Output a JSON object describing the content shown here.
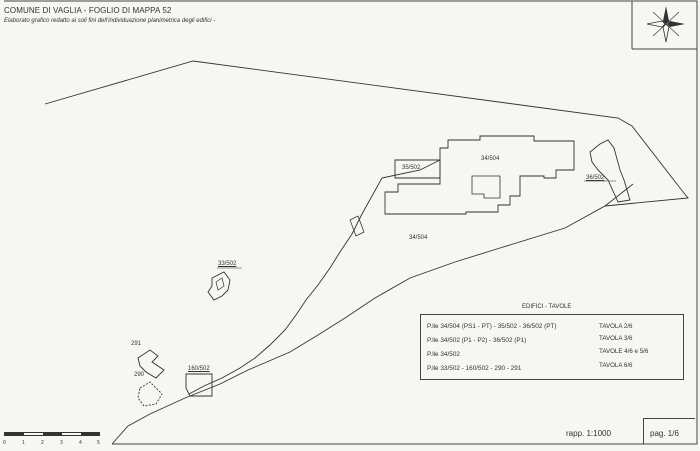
{
  "header": {
    "title": "COMUNE DI VAGLIA - FOGLIO DI MAPPA 52",
    "subtitle": "Elaborato grafico redatto ai soli fini dell'individuazione planimetrica degli edifici -"
  },
  "parcels": {
    "p35_502": "35/502",
    "p34_504_building": "34/504",
    "p36_502": "36/502",
    "p34_504_land": "34/504",
    "p33_502": "33/502",
    "p291": "291",
    "p290": "290",
    "p160_502": "160/502"
  },
  "legend": {
    "title": "EDIFICI - TAVOLE",
    "rows": [
      {
        "parcels": "P.lle  34/504 (PS1 - PT) - 35/502 - 36/502 (PT)",
        "ref": "TAVOLA 2/6"
      },
      {
        "parcels": "P.lle  34/502 (P1 - P2) - 36/502 (P1)",
        "ref": "TAVOLA 3/6"
      },
      {
        "parcels": "P.lle  34/502",
        "ref": "TAVOLE 4/6 e 5/6"
      },
      {
        "parcels": "P.lle  33/502 - 160/502 - 290 - 291",
        "ref": "TAVOLA 6/6"
      }
    ]
  },
  "footer": {
    "scale": "rapp. 1:1000",
    "page": "pag. 1/6"
  },
  "scalebar": {
    "ticks": [
      "0",
      "1",
      "2",
      "3",
      "4",
      "5"
    ]
  },
  "compass": {
    "icon": "north-arrow-icon"
  },
  "colors": {
    "paper": "#f6f6f3",
    "ink": "#333333"
  }
}
